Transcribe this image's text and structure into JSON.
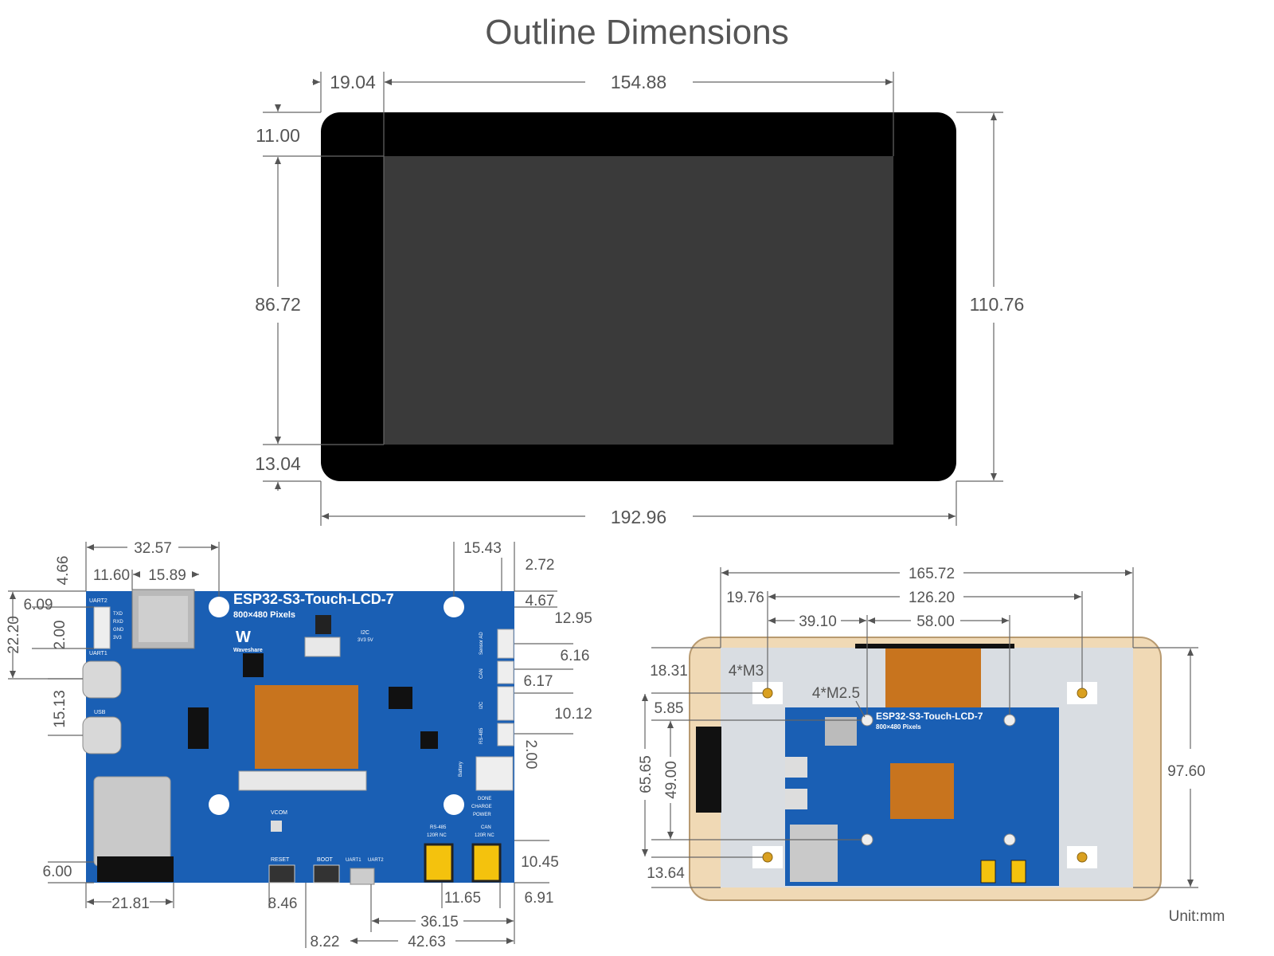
{
  "title": "Outline Dimensions",
  "unit": "Unit:mm",
  "board": {
    "name": "ESP32-S3-Touch-LCD-7",
    "resolution": "800×480 Pixels",
    "brand": "Waveshare",
    "silk": {
      "uart2": "UART2",
      "uart1": "UART1",
      "usb": "USB",
      "txd": "TXD",
      "rxd": "RXD",
      "gnd": "GND",
      "v33": "3V3",
      "i2c": "I2C",
      "i2c_v": "3V3 5V",
      "vcom": "VCOM",
      "reset": "RESET",
      "boot": "BOOT",
      "uart1_sw": "UART1",
      "uart2_sw": "UART2",
      "rs485": "RS-485",
      "rs485_nc": "120R NC",
      "can": "CAN",
      "can_nc": "120R NC",
      "battery": "Battery",
      "done": "DONE",
      "charge": "CHARGE",
      "power": "POWER",
      "sensor": "Sensor AD",
      "can_side": "CAN",
      "i2c_side": "I2C",
      "rs485_side": "RS-485"
    }
  },
  "top_view": {
    "d_19_04": "19.04",
    "d_154_88": "154.88",
    "d_11_00": "11.00",
    "d_86_72": "86.72",
    "d_13_04": "13.04",
    "d_110_76": "110.76",
    "d_192_96": "192.96"
  },
  "pcb_view": {
    "d_32_57": "32.57",
    "d_11_60": "11.60",
    "d_15_89": "15.89",
    "d_4_66": "4.66",
    "d_6_09": "6.09",
    "d_22_20": "22.20",
    "d_2_00a": "2.00",
    "d_15_13": "15.13",
    "d_6_00": "6.00",
    "d_21_81": "21.81",
    "d_8_46": "8.46",
    "d_8_22": "8.22",
    "d_15_43": "15.43",
    "d_2_72": "2.72",
    "d_4_67": "4.67",
    "d_12_95": "12.95",
    "d_6_16": "6.16",
    "d_6_17": "6.17",
    "d_10_12": "10.12",
    "d_2_00b": "2.00",
    "d_10_45": "10.45",
    "d_11_65": "11.65",
    "d_6_91": "6.91",
    "d_36_15": "36.15",
    "d_42_63": "42.63"
  },
  "back_view": {
    "d_165_72": "165.72",
    "d_19_76": "19.76",
    "d_126_20": "126.20",
    "d_39_10": "39.10",
    "d_58_00": "58.00",
    "d_18_31": "18.31",
    "d_5_85": "5.85",
    "d_65_65": "65.65",
    "d_49_00": "49.00",
    "d_13_64": "13.64",
    "d_97_60": "97.60",
    "m3": "4*M3",
    "m25": "4*M2.5"
  },
  "colors": {
    "pcb": "#1a5fb4",
    "bezel": "#000000",
    "screen": "#3a3a3a",
    "fpc": "#c8741e",
    "backplate": "#d9dde2",
    "frame": "#f0d9b5"
  }
}
